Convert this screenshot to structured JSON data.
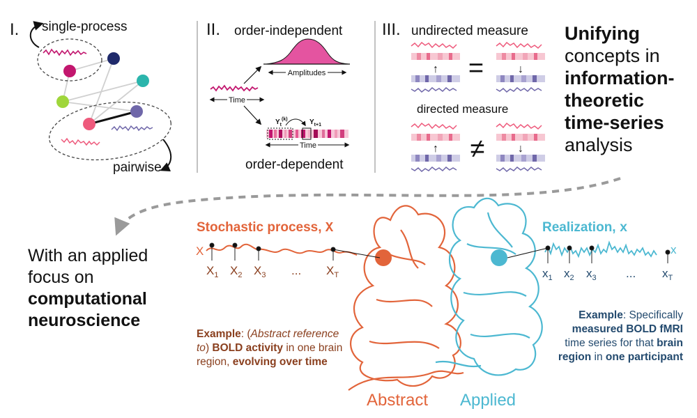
{
  "panel1": {
    "numeral": "I.",
    "single_label": "single-process",
    "pairwise_label": "pairwise"
  },
  "panel2": {
    "numeral": "II.",
    "independent_label": "order-independent",
    "dependent_label": "order-dependent",
    "amplitudes_label": "Amplitudes",
    "time_label": "Time",
    "time_label_2": "Time",
    "y_t_k": "Y",
    "y_t_k_sub": "t",
    "y_t_k_sup": "(k)",
    "y_t1": "Y",
    "y_t1_sub": "t+1"
  },
  "panel3": {
    "numeral": "III.",
    "undirected_label": "undirected measure",
    "directed_label": "directed measure",
    "equals": "=",
    "not_equals": "≠",
    "up_arrow": "↑",
    "down_arrow": "↓"
  },
  "title": {
    "line1": "Unifying",
    "line2": "concepts in",
    "line3": "information-",
    "line4": "theoretic",
    "line5": "time-series",
    "line6": "analysis"
  },
  "focus": {
    "line1": "With an applied",
    "line2": "focus on",
    "line3": "computational",
    "line4": "neuroscience"
  },
  "stochastic": {
    "title": "Stochastic process, ",
    "symbol": "X",
    "series_symbol": "X",
    "ticks": [
      {
        "base": "X",
        "sub": "1"
      },
      {
        "base": "X",
        "sub": "2"
      },
      {
        "base": "X",
        "sub": "3"
      },
      {
        "base": "...",
        "sub": ""
      },
      {
        "base": "X",
        "sub": "T"
      }
    ]
  },
  "realization": {
    "title": "Realization, ",
    "symbol": "x",
    "series_symbol": "x",
    "ticks": [
      {
        "base": "x",
        "sub": "1"
      },
      {
        "base": "x",
        "sub": "2"
      },
      {
        "base": "x",
        "sub": "3"
      },
      {
        "base": "...",
        "sub": ""
      },
      {
        "base": "x",
        "sub": "T"
      }
    ]
  },
  "brain": {
    "abstract_label": "Abstract",
    "applied_label": "Applied"
  },
  "example_left": {
    "bold1": "Example",
    "t1": ": (",
    "it1": "Abstract reference to",
    "t2": ") ",
    "bold2": "BOLD activity",
    "t3": " in one brain region, ",
    "bold3": "evolving over time"
  },
  "example_right": {
    "bold1": "Example",
    "t1": ": Specifically ",
    "bold2": "measured BOLD fMRI",
    "t2": " time series for that ",
    "bold3": "brain region",
    "t3": " in ",
    "bold4": "one participant"
  },
  "colors": {
    "magenta": "#c2166e",
    "navy": "#1f2a6b",
    "teal": "#2bb5ac",
    "lime": "#9fd63b",
    "pink": "#ee5a7c",
    "purple": "#6f67a9",
    "orange": "#e2643a",
    "cyan": "#4cb8d1",
    "dark_red": "#8a3f1e",
    "dark_blue": "#234a6e",
    "gray": "#9a9a9a"
  }
}
